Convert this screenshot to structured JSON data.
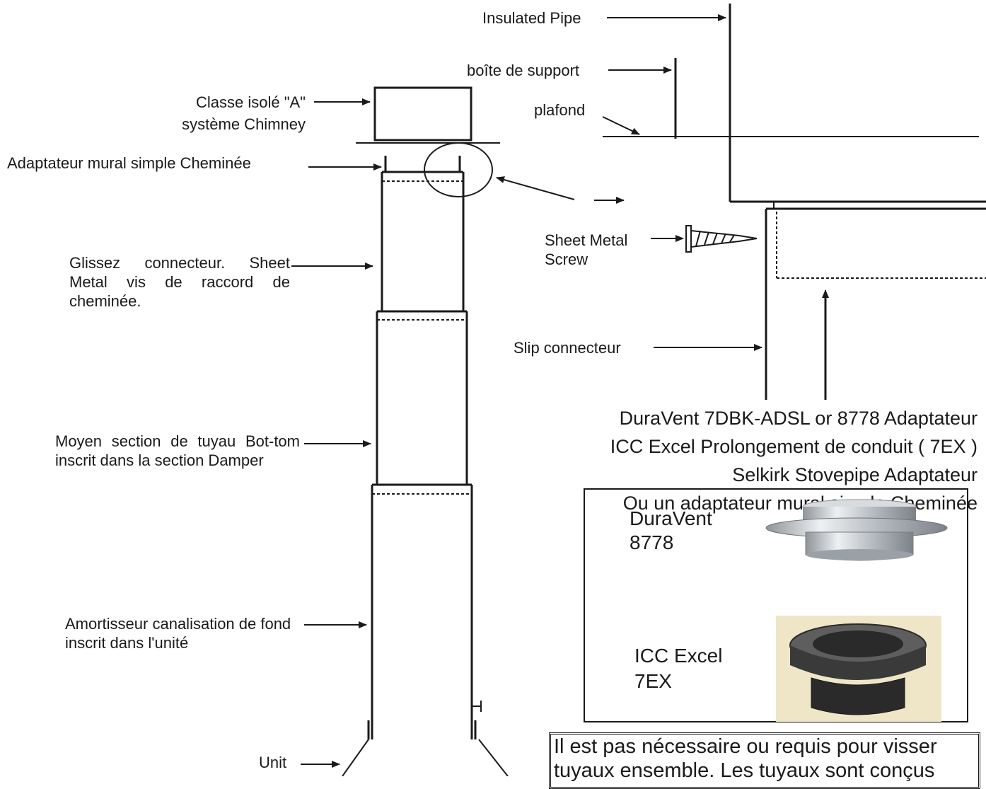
{
  "labels": {
    "insulated_pipe": "Insulated Pipe",
    "support_box": "boîte de support",
    "ceiling": "plafond",
    "class_a_line1": "Classe isolé \"A\"",
    "class_a_line2": "système Chimney",
    "wall_adapter": "Adaptateur mural simple Cheminée",
    "slip_connector_note": "Glissez connecteur. Sheet Metal vis de raccord de cheminée.",
    "sheet_metal_screw": "Sheet Metal\nScrew",
    "slip_connector": "Slip connecteur",
    "middle_section": "Moyen section de tuyau Bot-tom inscrit dans la section Damper",
    "damper_pipe": "Amortisseur canalisation de fond inscrit dans l'unité",
    "unit": "Unit"
  },
  "adapter_list": [
    "DuraVent 7DBK-ADSL or 8778 Adaptateur",
    "ICC Excel Prolongement de conduit ( 7EX )",
    "Selkirk Stovepipe Adaptateur",
    "Ou un adaptateur mural simple Cheminée"
  ],
  "products": {
    "duravent_line1": "DuraVent",
    "duravent_line2": "8778",
    "icc_line1": "ICC Excel",
    "icc_line2": "7EX"
  },
  "note": "Il est pas nécessaire ou requis pour visser tuyaux ensemble. Les tuyaux sont conçus",
  "colors": {
    "ink": "#1a1a1a",
    "photo_bg": "#efe6c8",
    "metal": "#c9ccd0",
    "dark_part": "#2a2a2a"
  }
}
